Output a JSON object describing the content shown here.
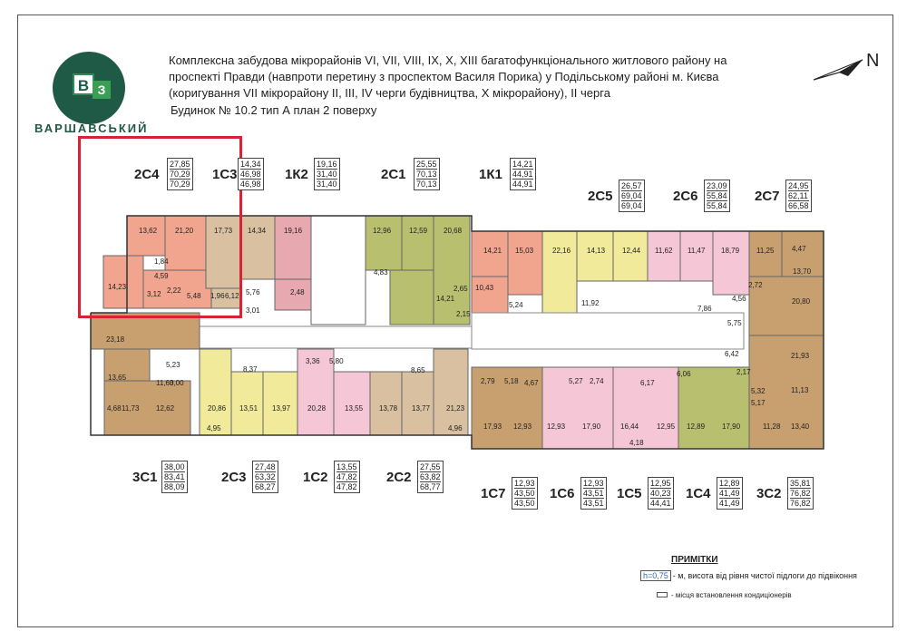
{
  "header": {
    "title_lines": [
      "Комплексна забудова мікрорайонів VI, VII, VIII, IX, X, XIII багатофункціонального житлового району на",
      "проспекті Правди (навпроти перетину з проспектом Василя Порика) у Подільському районі м. Києва",
      "(коригування VII мікрорайону II, III, IV черги будівництва, X мікрорайону), II черга"
    ],
    "subtitle": "Будинок № 10.2   тип А   план 2 поверху",
    "brand": "ВАРШАВСЬКИЙ",
    "logo_letters": [
      "В",
      "З"
    ],
    "north": "N"
  },
  "apartments_top": [
    {
      "code": "2С4",
      "nums": [
        "27,85",
        "70,29",
        "70,29"
      ]
    },
    {
      "code": "1С3",
      "nums": [
        "14,34",
        "46,98",
        "46,98"
      ]
    },
    {
      "code": "1К2",
      "nums": [
        "19,16",
        "31,40",
        "31,40"
      ]
    },
    {
      "code": "2С1",
      "nums": [
        "25,55",
        "70,13",
        "70,13"
      ]
    },
    {
      "code": "1К1",
      "nums": [
        "14,21",
        "44,91",
        "44,91"
      ]
    },
    {
      "code": "2С5",
      "nums": [
        "26,57",
        "69,04",
        "69,04"
      ]
    },
    {
      "code": "2С6",
      "nums": [
        "23,09",
        "55,84",
        "55,84"
      ]
    },
    {
      "code": "2С7",
      "nums": [
        "24,95",
        "62,11",
        "66,58"
      ]
    }
  ],
  "apartments_bottom": [
    {
      "code": "3С1",
      "nums": [
        "38,00",
        "83,41",
        "88,09"
      ]
    },
    {
      "code": "2С3",
      "nums": [
        "27,48",
        "63,32",
        "68,27"
      ]
    },
    {
      "code": "1С2",
      "nums": [
        "13,55",
        "47,82",
        "47,82"
      ]
    },
    {
      "code": "2С2",
      "nums": [
        "27,55",
        "63,82",
        "68,77"
      ]
    },
    {
      "code": "1С7",
      "nums": [
        "12,93",
        "43,50",
        "43,50"
      ]
    },
    {
      "code": "1С6",
      "nums": [
        "12,93",
        "43,51",
        "43,51"
      ]
    },
    {
      "code": "1С5",
      "nums": [
        "12,95",
        "40,23",
        "44,41"
      ]
    },
    {
      "code": "1С4",
      "nums": [
        "12,89",
        "41,49",
        "41,49"
      ]
    },
    {
      "code": "3С2",
      "nums": [
        "35,81",
        "76,82",
        "76,82"
      ]
    }
  ],
  "room_labels": [
    "13,62",
    "21,20",
    "17,73",
    "14,34",
    "19,16",
    "12,96",
    "12,59",
    "20,68",
    "14,21",
    "15,03",
    "22,16",
    "14,13",
    "12,44",
    "11,62",
    "11,47",
    "18,79",
    "11,25",
    "4,47",
    "1,84",
    "14,23",
    "4,59",
    "3,12",
    "2,22",
    "5,48",
    "1,96",
    "6,12",
    "5,76",
    "3,01",
    "2,48",
    "4,83",
    "14,21",
    "2,65",
    "2,15",
    "10,43",
    "5,24",
    "13,70",
    "11,92",
    "7,86",
    "20,80",
    "5,75",
    "23,18",
    "21,93",
    "13,65",
    "5,23",
    "11,60",
    "3,00",
    "8,37",
    "3,36",
    "5,80",
    "8,65",
    "11,13",
    "4,68",
    "11,73",
    "12,62",
    "20,86",
    "13,51",
    "13,97",
    "20,28",
    "13,55",
    "13,78",
    "13,77",
    "21,23",
    "2,79",
    "5,18",
    "5,27",
    "2,74",
    "6,17",
    "6,06",
    "17,93",
    "12,93",
    "12,93",
    "17,90",
    "16,44",
    "12,95",
    "12,89",
    "17,90",
    "11,28",
    "13,40",
    "4,95",
    "4,96",
    "4,18",
    "6,42",
    "2,72",
    "4,56",
    "5,32",
    "5,17",
    "4,67",
    "2,17"
  ],
  "notes": {
    "heading": "ПРИМІТКИ",
    "note1_box": "h=0,75",
    "note1_text": "- м, висота від рівня чистої підлоги до підвіконня",
    "note2_text": "- місця встановлення кондиціонерів"
  },
  "colors": {
    "salmon": "#f2a58e",
    "beige": "#d8c0a0",
    "pink": "#e8a8b0",
    "olive": "#b8c070",
    "yellow": "#f0ea9a",
    "lightpink": "#f4c6d6",
    "tan": "#c8a070",
    "highlight": "#d62434",
    "brand": "#1f5a47"
  }
}
